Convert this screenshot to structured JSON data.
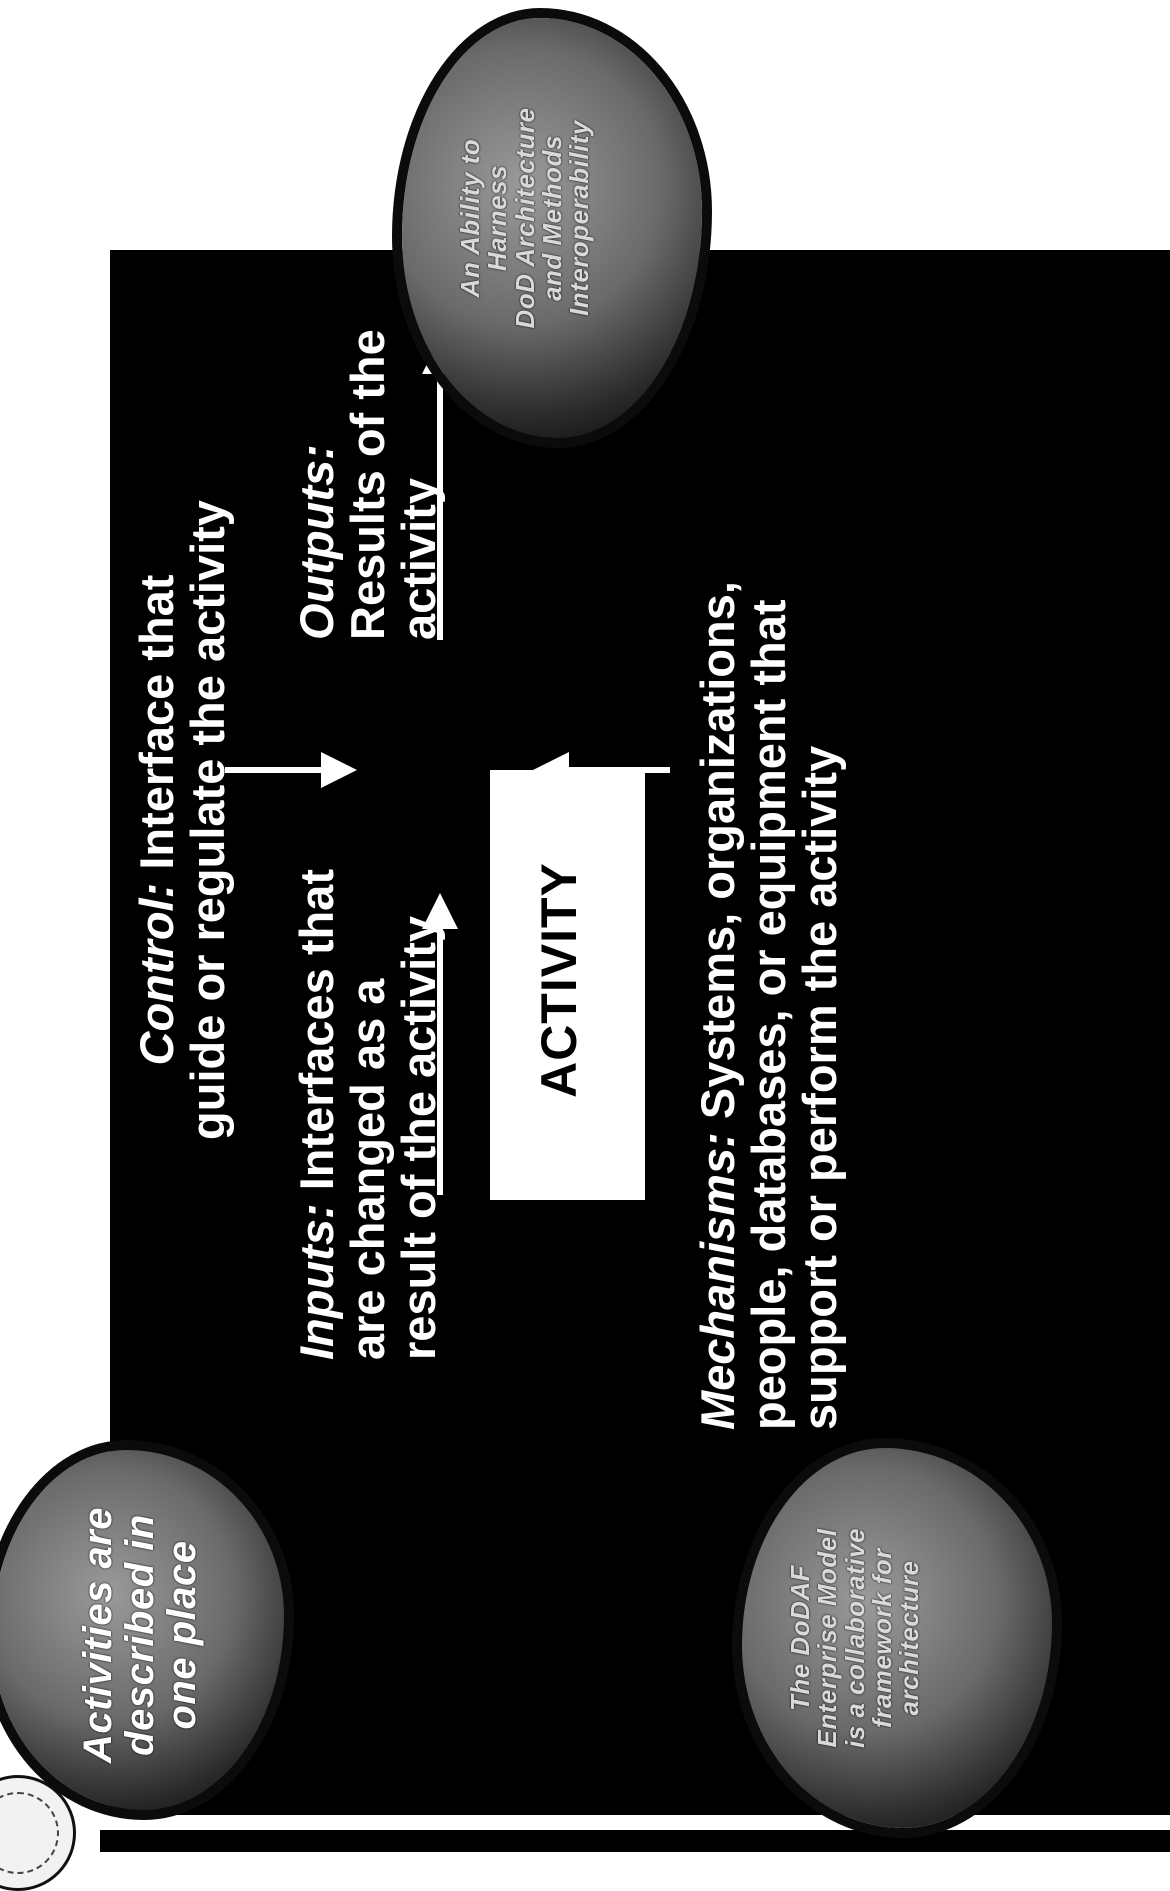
{
  "seal": {
    "name": "seal-emblem"
  },
  "activity": {
    "label": "ACTIVITY"
  },
  "control": {
    "term": "Control:",
    "line1_rest": "Interface that",
    "line2": "guide or regulate the activity"
  },
  "inputs": {
    "term": "Inputs:",
    "line1_rest": "Interfaces that",
    "line2": "are changed as a",
    "line3": "result of the activity"
  },
  "outputs": {
    "term": "Outputs:",
    "line2": "Results of the",
    "line3": "activity"
  },
  "mechanisms": {
    "term": "Mechanisms:",
    "line1_rest": "Systems, organizations,",
    "line2": "people, databases, or equipment that",
    "line3": "support or perform the activity"
  },
  "clouds": {
    "top_right": {
      "lines": [
        "An Ability to",
        "Harness",
        "DoD Architecture",
        "and Methods",
        "Interoperability"
      ]
    },
    "bottom_left": {
      "lines": [
        "Activities are",
        "described in",
        "one place"
      ]
    },
    "bottom_right": {
      "lines": [
        "The DoDAF",
        "Enterprise Model",
        "is a collaborative",
        "framework for",
        "architecture"
      ]
    }
  },
  "colors": {
    "background": "#000000",
    "text": "#ffffff",
    "activity_box": "#ffffff",
    "arrow": "#ffffff"
  }
}
